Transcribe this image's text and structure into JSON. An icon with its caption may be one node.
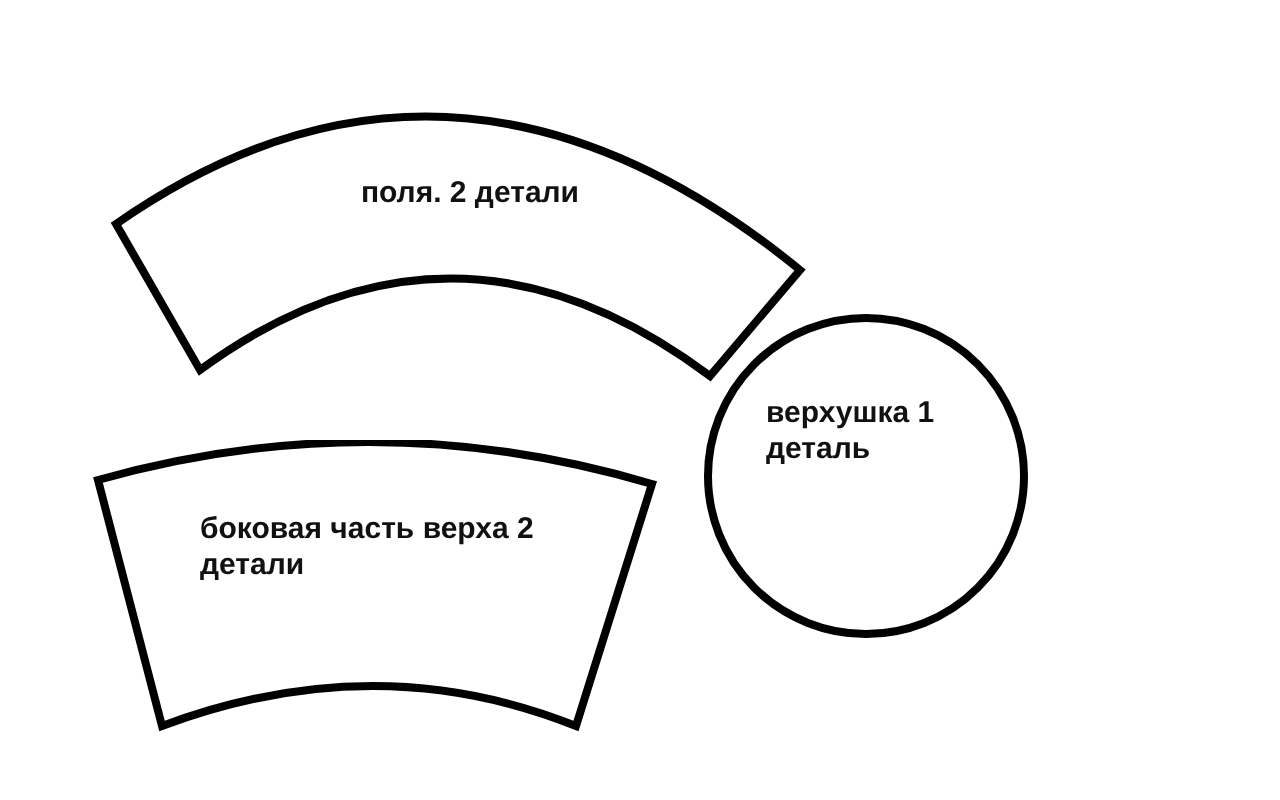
{
  "diagram": {
    "nodes": [
      {
        "text": [
          "поля. 2 детали"
        ]
      },
      {
        "text": [
          "боковая часть верха 2 детали"
        ]
      },
      {
        "text": [
          "верхушка 1 деталь"
        ]
      }
    ]
  }
}
